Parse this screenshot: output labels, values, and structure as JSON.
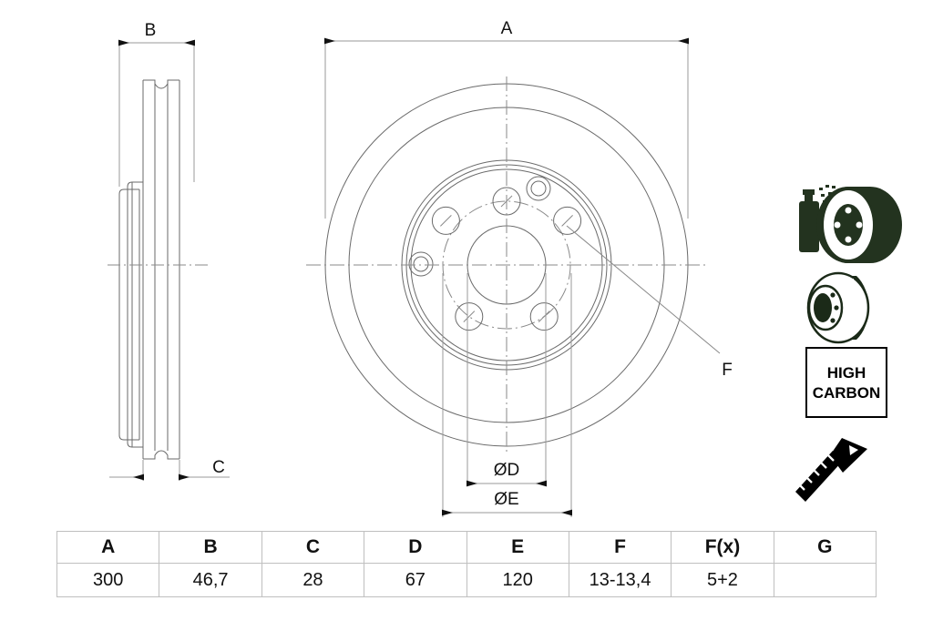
{
  "drawing": {
    "title_hint": "brake-disc-technical-drawing",
    "line_color": "#555555",
    "dim_color": "#111111",
    "icon_color": "#1d2b1d",
    "dimension_labels": {
      "A": "A",
      "B": "B",
      "C": "C",
      "D": "ØD",
      "E": "ØE",
      "F": "F"
    },
    "badge": {
      "line1": "HIGH",
      "line2": "CARBON"
    },
    "icons": [
      {
        "name": "coating-spray-disc-icon",
        "label": "coating spray on disc"
      },
      {
        "name": "vented-disc-icon",
        "label": "vented brake disc"
      },
      {
        "name": "high-carbon-badge",
        "label": "HIGH CARBON"
      },
      {
        "name": "mounting-screw-icon",
        "label": "mounting screw"
      }
    ]
  },
  "spec_table": {
    "headers": [
      "A",
      "B",
      "C",
      "D",
      "E",
      "F",
      "F(x)",
      "G"
    ],
    "rows": [
      [
        "300",
        "46,7",
        "28",
        "67",
        "120",
        "13-13,4",
        "5+2",
        ""
      ]
    ]
  }
}
